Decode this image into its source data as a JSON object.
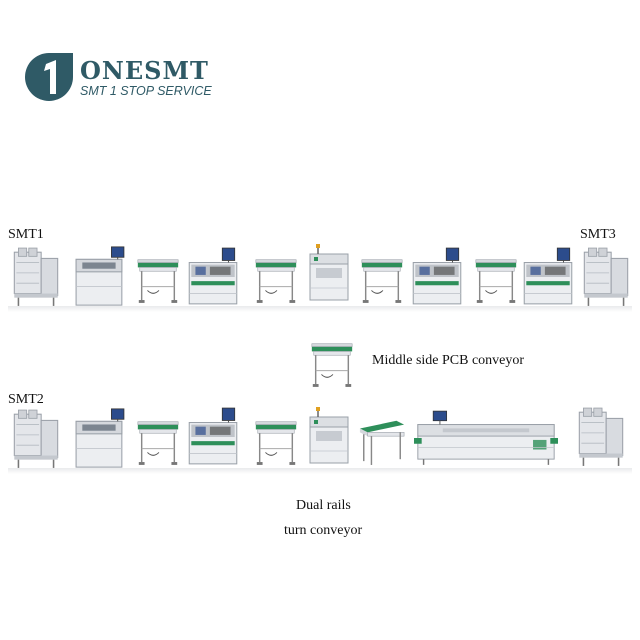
{
  "brand": {
    "name": "ONESMT",
    "tagline": "SMT 1 STOP SERVICE",
    "mark_digit": "1",
    "color": "#2f5a66"
  },
  "labels": {
    "smt1": "SMT1",
    "smt2": "SMT2",
    "smt3": "SMT3",
    "middle_conveyor": "Middle side PCB conveyor",
    "dual_rails_line1": "Dual rails",
    "dual_rails_line2": "turn conveyor"
  },
  "colors": {
    "machine_body": "#e4e6ea",
    "machine_dark": "#9aa0a8",
    "conveyor_green": "#2e8f5a",
    "screen_blue": "#2c4c8c"
  },
  "rows": {
    "top": [
      "loader",
      "printer",
      "conveyor",
      "pick-place",
      "conveyor",
      "aoi",
      "conveyor",
      "pick-place",
      "conveyor",
      "pick-place",
      "unloader"
    ],
    "middle": [
      "conveyor"
    ],
    "bottom": [
      "loader",
      "printer",
      "conveyor",
      "pick-place",
      "conveyor",
      "aoi",
      "inspection-conveyor",
      "reflow-oven",
      "unloader"
    ]
  }
}
